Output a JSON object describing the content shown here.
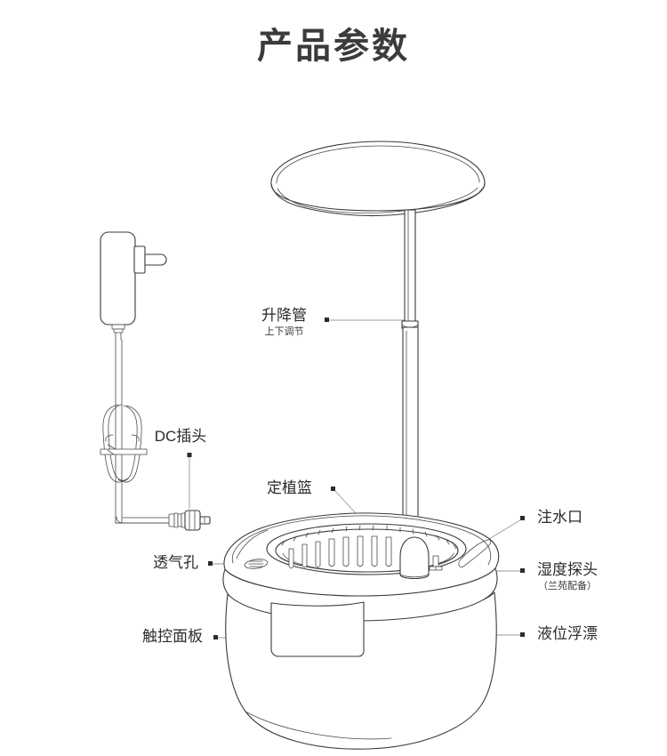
{
  "page": {
    "title": "产品参数",
    "title_color": "#3b3b3b",
    "background_color": "#ffffff",
    "line_color": "#8c8c8c",
    "outline_color": "#3a3a3a",
    "dot_color": "#2b2b2b"
  },
  "callouts": [
    {
      "id": "lift-tube",
      "label": "升降管",
      "sub": "上下调节",
      "side": "left"
    },
    {
      "id": "dc-plug",
      "label": "DC插头",
      "sub": "",
      "side": "left"
    },
    {
      "id": "planting-basket",
      "label": "定植篮",
      "sub": "",
      "side": "left"
    },
    {
      "id": "vent-hole",
      "label": "透气孔",
      "sub": "",
      "side": "left"
    },
    {
      "id": "touch-panel",
      "label": "触控面板",
      "sub": "",
      "side": "left"
    },
    {
      "id": "water-inlet",
      "label": "注水口",
      "sub": "",
      "side": "right"
    },
    {
      "id": "humidity-probe",
      "label": "湿度探头",
      "sub": "（兰苑配备）",
      "side": "right"
    },
    {
      "id": "water-level-float",
      "label": "液位浮漂",
      "sub": "",
      "side": "right"
    }
  ],
  "illustration": {
    "name": "smart-hydroponic-planter-exploded-diagram",
    "parts": [
      "grow-light-dome",
      "telescoping-pole",
      "planter-basin",
      "planting-baskets",
      "float-cylinder",
      "vent-slot",
      "touch-panel",
      "power-adapter",
      "power-cable",
      "dc-barrel-plug"
    ]
  }
}
